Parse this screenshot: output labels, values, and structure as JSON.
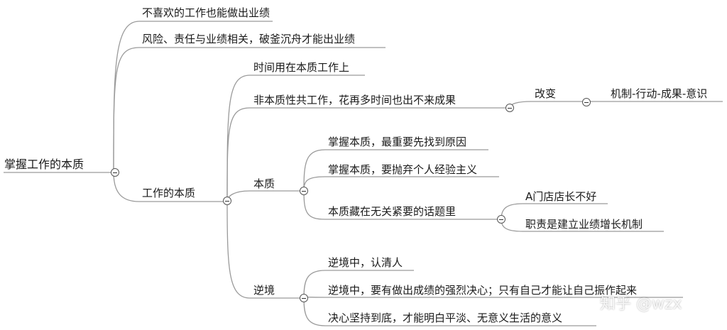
{
  "mindmap": {
    "root": "掌握工作的本质",
    "branch1": "不喜欢的工作也能做出业绩",
    "branch2": "风险、责任与业绩相关，破釜沉舟才能出业绩",
    "branch3": {
      "label": "工作的本质",
      "time": "时间用在本质工作上",
      "nonessential": {
        "label": "非本质性共工作，花再多时间也出不来成果",
        "change": "改变",
        "mechanism": "机制-行动-成果-意识"
      },
      "essence": {
        "label": "本质",
        "find_cause": "掌握本质，最重要先找到原因",
        "abandon": "掌握本质，要抛弃个人经验主义",
        "hidden": {
          "label": "本质藏在无关紧要的话题里",
          "store_bad": "A门店店长不好",
          "duty": "职责是建立业绩增长机制"
        }
      },
      "adversity": {
        "label": "逆境",
        "see_people": "逆境中，认清人",
        "determination": "逆境中，要有做出成绩的强烈决心；只有自己才能让自己振作起来",
        "persist": "决心坚持到底，才能明白平淡、无意义生活的意义"
      }
    }
  },
  "watermark": "知乎 @wzx",
  "colors": {
    "line": "#9a9a9a",
    "text": "#1a1a1a"
  }
}
